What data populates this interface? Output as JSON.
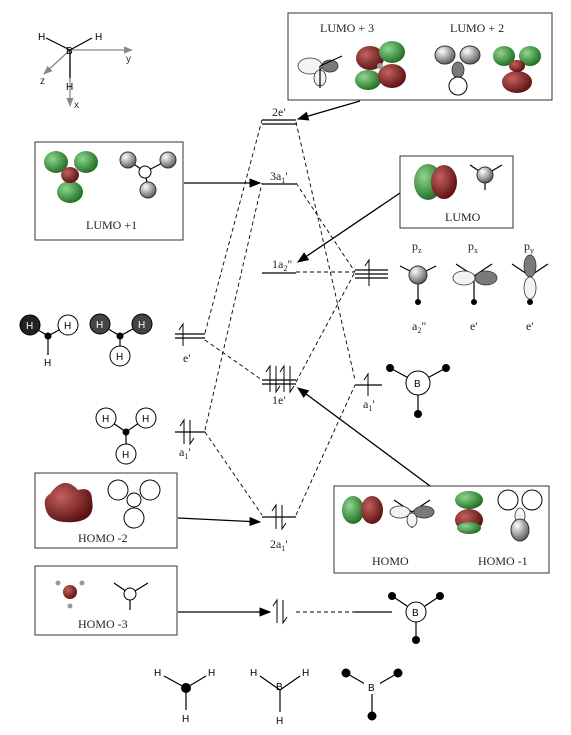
{
  "axes": {
    "h1": "H",
    "h2": "H",
    "b": "B",
    "h3": "H",
    "y": "y",
    "z": "z",
    "x": "x"
  },
  "levels": {
    "e2": "2e'",
    "a1_3": "3a",
    "a1_3_sub": "1",
    "a1_3_sup": "'",
    "a2": "1a",
    "a2_sub": "2",
    "a2_sup": "\"",
    "e1": "1e'",
    "a1_2": "2a",
    "a1_2_sub": "1",
    "a1_2_sup": "'"
  },
  "boxes": {
    "lumo3": "LUMO + 3",
    "lumo2": "LUMO + 2",
    "lumo1": "LUMO +1",
    "lumo": "LUMO",
    "homo": "HOMO",
    "homo1": "HOMO -1",
    "homo2": "HOMO -2",
    "homo3": "HOMO -3"
  },
  "left": {
    "e_prime": "e'",
    "a1_base": "a",
    "a1_sub": "1",
    "a1_sup": "'",
    "h": "H"
  },
  "right": {
    "pz_base": "p",
    "pz_sub": "z",
    "px_base": "p",
    "px_sub": "x",
    "py_base": "p",
    "py_sub": "y",
    "a2_base": "a",
    "a2_sub": "2",
    "a2_sup": "\"",
    "e1": "e'",
    "e2": "e'",
    "a1_base": "a",
    "a1_sub": "1",
    "a1_sup": "'",
    "b": "B"
  },
  "bottom": {
    "h": "H",
    "b": "B"
  }
}
